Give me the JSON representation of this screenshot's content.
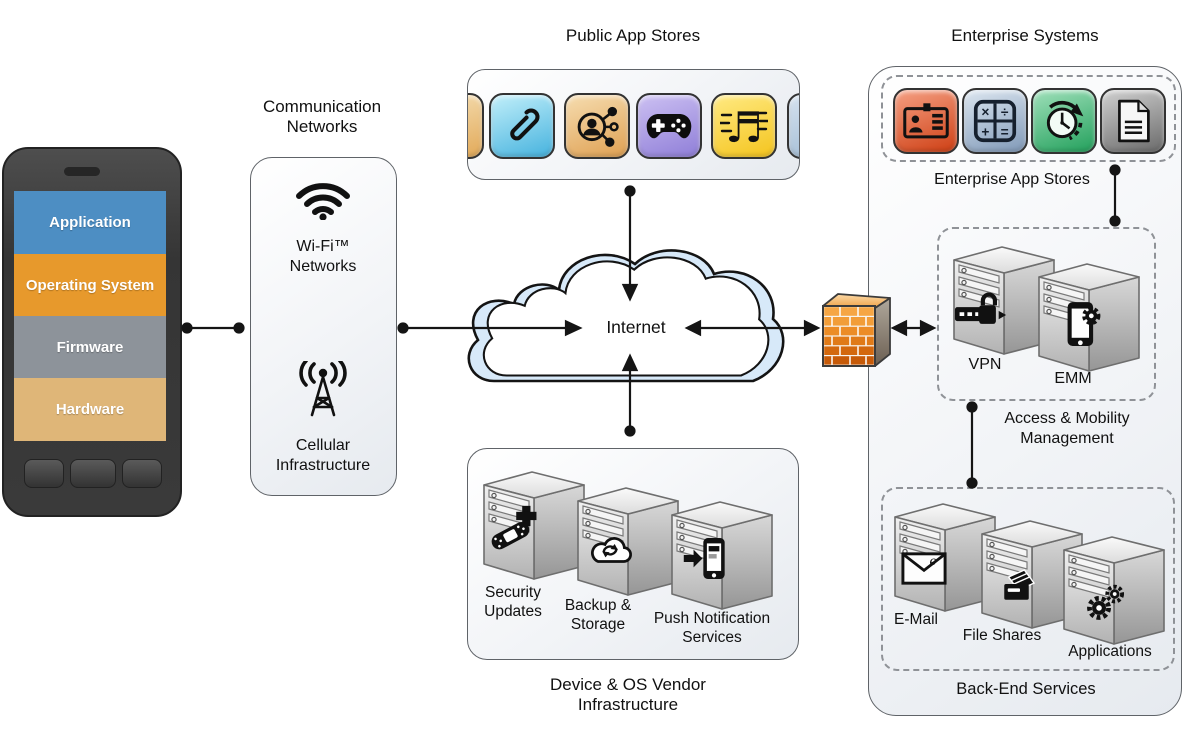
{
  "titles": {
    "public_app_stores": "Public App Stores",
    "enterprise_systems": "Enterprise Systems",
    "communication_networks": "Communication Networks",
    "device_os_vendor_infrastructure": "Device & OS Vendor Infrastructure"
  },
  "device": {
    "layers": [
      {
        "label": "Application",
        "color": "#4d8ec3"
      },
      {
        "label": "Operating System",
        "color": "#e7992c"
      },
      {
        "label": "Firmware",
        "color": "#8d939a"
      },
      {
        "label": "Hardware",
        "color": "#dfb678"
      }
    ]
  },
  "communication": {
    "wifi_label": "Wi-Fi™ Networks",
    "cellular_label": "Cellular Infrastructure",
    "icons": [
      "wifi-icon",
      "cell-tower-icon"
    ]
  },
  "internet": {
    "label": "Internet"
  },
  "public_store": {
    "apps": [
      {
        "name": "attachments",
        "icon": "paperclip-icon",
        "color": "#45b2de"
      },
      {
        "name": "social-sharing",
        "icon": "share-network-icon",
        "color": "#dfa052"
      },
      {
        "name": "games",
        "icon": "gamepad-icon",
        "color": "#8f7ed8"
      },
      {
        "name": "music",
        "icon": "music-notes-icon",
        "color": "#f4c41e",
        "glyph": "♬"
      }
    ]
  },
  "firewall": {
    "icon": "firewall-icon",
    "color": "#d3680e"
  },
  "enterprise": {
    "app_stores_label": "Enterprise App Stores",
    "apps": [
      {
        "name": "contacts",
        "icon": "id-badge-icon",
        "color": "#ce3f14"
      },
      {
        "name": "calculator",
        "icon": "calculator-icon",
        "color": "#8099b8",
        "symbols": [
          "×",
          "÷",
          "+",
          "="
        ]
      },
      {
        "name": "time",
        "icon": "clock-icon",
        "color": "#23a05c"
      },
      {
        "name": "documents",
        "icon": "document-icon",
        "color": "#6a6a6a"
      }
    ],
    "access_mobility": {
      "caption": "Access & Mobility Management",
      "servers": [
        {
          "label": "VPN",
          "icon": "lock-arrow-icon"
        },
        {
          "label": "EMM",
          "icon": "phone-gear-icon"
        }
      ]
    },
    "backend": {
      "caption": "Back-End Services",
      "servers": [
        {
          "label": "E-Mail",
          "icon": "envelope-icon",
          "glyph": "e"
        },
        {
          "label": "File Shares",
          "icon": "folder-stack-icon"
        },
        {
          "label": "Applications",
          "icon": "gears-icon"
        }
      ]
    }
  },
  "vendor": {
    "servers": [
      {
        "label": "Security Updates",
        "icon": "bandage-plus-icon"
      },
      {
        "label": "Backup & Storage",
        "icon": "cloud-sync-icon"
      },
      {
        "label": "Push Notification Services",
        "icon": "phone-push-arrow-icon"
      }
    ]
  }
}
